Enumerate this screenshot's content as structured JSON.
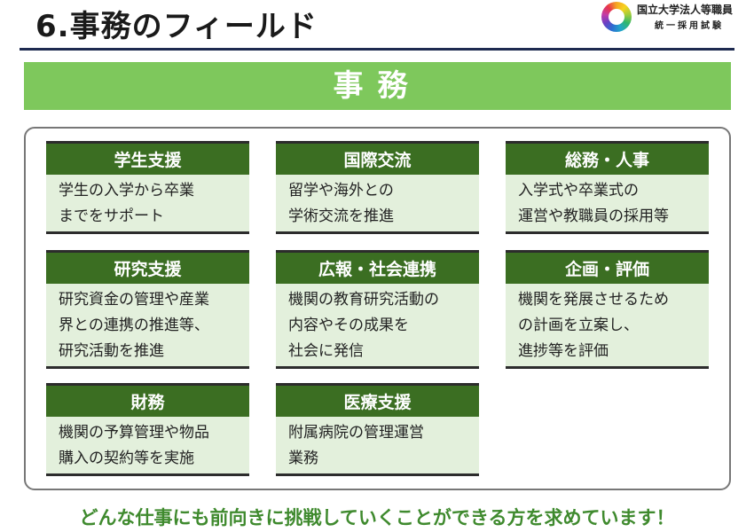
{
  "title": "6.事務のフィールド",
  "logo": {
    "line1": "国立大学法人等職員",
    "line2": "統一採用試験"
  },
  "banner": "事務",
  "cards": [
    {
      "heading": "学生支援",
      "body": "学生の入学から卒業\nまでをサポート"
    },
    {
      "heading": "国際交流",
      "body": "留学や海外との\n学術交流を推進"
    },
    {
      "heading": "総務・人事",
      "body": "入学式や卒業式の\n運営や教職員の採用等"
    },
    {
      "heading": "研究支援",
      "body": "研究資金の管理や産業\n界との連携の推進等、\n研究活動を推進"
    },
    {
      "heading": "広報・社会連携",
      "body": "機関の教育研究活動の\n内容やその成果を\n社会に発信"
    },
    {
      "heading": "企画・評価",
      "body": "機関を発展させるため\nの計画を立案し、\n進捗等を評価"
    },
    {
      "heading": "財務",
      "body": "機関の予算管理や物品\n購入の契約等を実施"
    },
    {
      "heading": "医療支援",
      "body": "附属病院の管理運営\n業務"
    }
  ],
  "footer": "どんな仕事にも前向きに挑戦していくことができる方を求めています！"
}
